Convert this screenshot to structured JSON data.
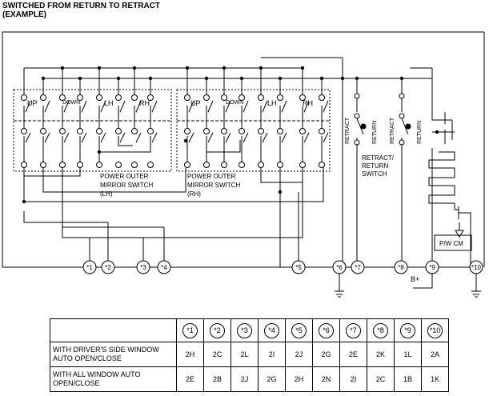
{
  "title": {
    "line1": "SWITCHED FROM RETURN TO RETRACT",
    "line2": "(EXAMPLE)"
  },
  "switch_lh": {
    "labels": [
      "UP",
      "DOWN",
      "LH",
      "RH"
    ],
    "caption": [
      "POWER OUTER",
      "MIRROR SWITCH",
      "(LH)"
    ]
  },
  "switch_rh": {
    "labels": [
      "UP",
      "DOWN",
      "LH",
      "RH"
    ],
    "caption": [
      "POWER OUTER",
      "MIRROR SWITCH",
      "(RH)"
    ]
  },
  "retract_switch": {
    "contact_labels": [
      "RETRACT",
      "RETURN",
      "RETRACT",
      "RETURN"
    ],
    "caption": [
      "RETRACT/",
      "RETURN",
      "SWITCH"
    ]
  },
  "module_label": "P/W CM",
  "battery_label": "B+",
  "terminals": [
    "*1",
    "*2",
    "*3",
    "*4",
    "*5",
    "*6",
    "*7",
    "*8",
    "*9",
    "*10"
  ],
  "table": {
    "columns": [
      "*1",
      "*2",
      "*3",
      "*4",
      "*5",
      "*6",
      "*7",
      "*8",
      "*9",
      "*10"
    ],
    "rows": [
      {
        "label": [
          "WITH DRIVER'S SIDE WINDOW",
          "AUTO OPEN/CLOSE"
        ],
        "values": [
          "2H",
          "2C",
          "2L",
          "2I",
          "2J",
          "2G",
          "2E",
          "2K",
          "1L",
          "2A"
        ]
      },
      {
        "label": [
          "WITH ALL WINDOW AUTO",
          "OPEN/CLOSE"
        ],
        "values": [
          "2E",
          "2B",
          "2J",
          "2G",
          "2H",
          "2N",
          "2I",
          "2C",
          "1B",
          "1K"
        ]
      }
    ]
  }
}
